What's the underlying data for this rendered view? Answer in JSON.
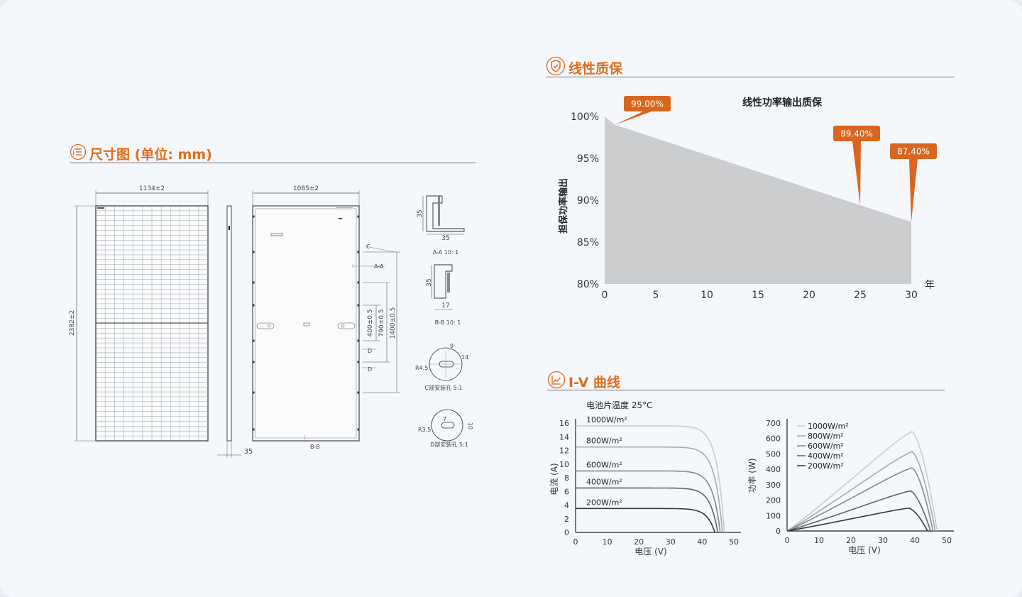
{
  "sections": {
    "dimension": {
      "title": "尺寸图 (单位: mm)",
      "icon": "ruler-list-icon"
    },
    "warranty": {
      "title": "线性质保",
      "icon": "shield-check-icon"
    },
    "iv": {
      "title": "I-V 曲线",
      "icon": "chart-line-icon"
    }
  },
  "drawing": {
    "front_width": "1134±2",
    "front_height": "2382±2",
    "back_width": "1085±2",
    "side_thickness": "35",
    "dim_400": "400±0.5",
    "dim_790": "790±0.5",
    "dim_1400": "1400±0.5",
    "mark_c": "C",
    "mark_aa": "A-A",
    "mark_d1": "D",
    "mark_d2": "D",
    "mark_bb": "B-B",
    "sec_aa": {
      "h": "35",
      "w": "35",
      "caption": "A-A 10: 1"
    },
    "sec_bb": {
      "h": "35",
      "w": "17",
      "caption": "B-B 10: 1"
    },
    "detail_c": {
      "d1": "9",
      "d2": "14",
      "r": "R4.5",
      "caption": "C部安装孔 5:1"
    },
    "detail_d": {
      "d1": "7",
      "d2": "10",
      "r": "R3.5",
      "caption": "D部安装孔 5:1"
    }
  },
  "chart_data": [
    {
      "type": "area",
      "title": "线性功率输出质保",
      "ylabel": "担保功率输出",
      "xlabel": "年",
      "x": [
        0,
        1,
        30
      ],
      "values": [
        100,
        99.0,
        87.4
      ],
      "xlim": [
        0,
        30
      ],
      "ylim": [
        80,
        100
      ],
      "xticks": [
        "0",
        "5",
        "10",
        "15",
        "20",
        "25",
        "30"
      ],
      "yticks": [
        "80%",
        "85%",
        "90%",
        "95%",
        "100%"
      ],
      "callouts": [
        {
          "x": 1,
          "y": 99.0,
          "label": "99.00%"
        },
        {
          "x": 25,
          "y": 89.4,
          "label": "89.40%"
        },
        {
          "x": 30,
          "y": 87.4,
          "label": "87.40%"
        }
      ],
      "colors": {
        "area": "#cccdcf",
        "callout": "#d9661f"
      }
    },
    {
      "type": "line",
      "title": "电池片温度 25°C",
      "xlabel": "电压 (V)",
      "ylabel": "电流 (A)",
      "xlim": [
        0,
        50
      ],
      "ylim": [
        0,
        16
      ],
      "xticks": [
        "0",
        "10",
        "20",
        "30",
        "40",
        "50"
      ],
      "yticks": [
        "0",
        "2",
        "4",
        "6",
        "8",
        "10",
        "12",
        "14",
        "16"
      ],
      "series": [
        {
          "name": "1000W/m²",
          "isc": 15.6,
          "voc": 47.0,
          "color": "#c9cbce"
        },
        {
          "name": "800W/m²",
          "isc": 12.5,
          "voc": 46.4,
          "color": "#a7aaae"
        },
        {
          "name": "600W/m²",
          "isc": 9.0,
          "voc": 45.7,
          "color": "#85888d"
        },
        {
          "name": "400W/m²",
          "isc": 6.5,
          "voc": 44.9,
          "color": "#60636a"
        },
        {
          "name": "200W/m²",
          "isc": 3.5,
          "voc": 44.0,
          "color": "#35383f"
        }
      ]
    },
    {
      "type": "line",
      "xlabel": "电压 (V)",
      "ylabel": "功率 (W)",
      "xlim": [
        0,
        50
      ],
      "ylim": [
        0,
        700
      ],
      "xticks": [
        "0",
        "10",
        "20",
        "30",
        "40",
        "50"
      ],
      "yticks": [
        "0",
        "100",
        "200",
        "300",
        "400",
        "500",
        "600",
        "700"
      ],
      "series": [
        {
          "name": "1000W/m²",
          "pmax": 645,
          "vmp": 39,
          "voc": 47.0,
          "color": "#c9cbce"
        },
        {
          "name": "800W/m²",
          "pmax": 515,
          "vmp": 39,
          "voc": 46.4,
          "color": "#a7aaae"
        },
        {
          "name": "600W/m²",
          "pmax": 410,
          "vmp": 39,
          "voc": 45.7,
          "color": "#85888d"
        },
        {
          "name": "400W/m²",
          "pmax": 260,
          "vmp": 38.5,
          "voc": 44.9,
          "color": "#60636a"
        },
        {
          "name": "200W/m²",
          "pmax": 148,
          "vmp": 38,
          "voc": 44.0,
          "color": "#35383f"
        }
      ]
    }
  ]
}
